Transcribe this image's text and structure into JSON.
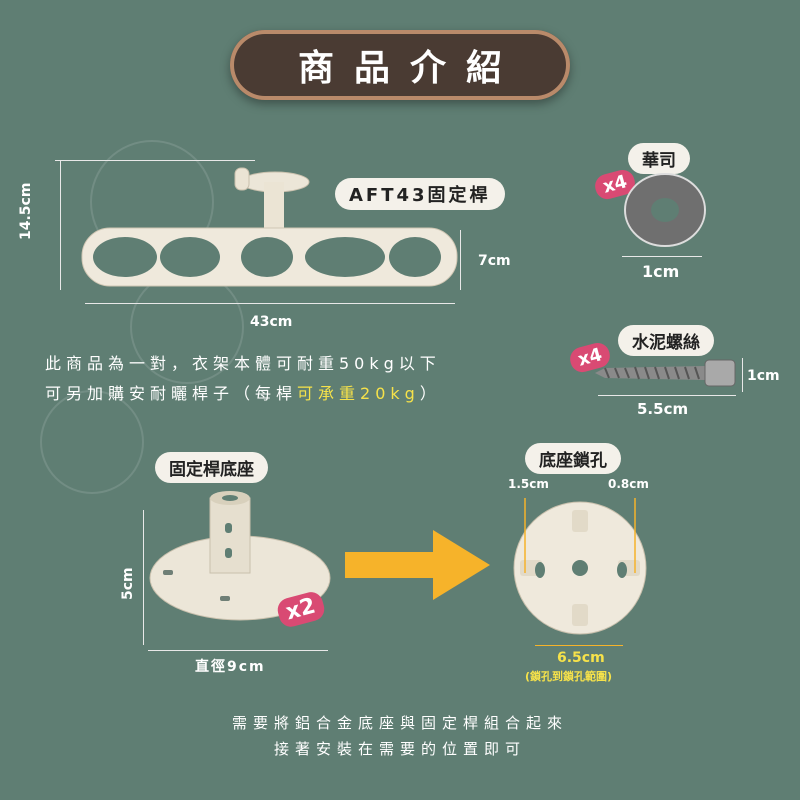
{
  "title": "商品介紹",
  "hanger": {
    "label": "AFT43固定桿",
    "height": "14.5cm",
    "inner_height": "7cm",
    "width": "43cm"
  },
  "washer": {
    "label": "華司",
    "qty": "x4",
    "size": "1cm"
  },
  "screw": {
    "label": "水泥螺絲",
    "qty": "x4",
    "length": "5.5cm",
    "diameter": "1cm"
  },
  "description": {
    "line1": "此商品為一對，衣架本體可耐重50kg以下",
    "line2_prefix": "可另加購安耐曬桿子（每桿",
    "line2_highlight": "可承重20kg",
    "line2_suffix": "）"
  },
  "base": {
    "label": "固定桿底座",
    "height": "5cm",
    "diameter": "直徑9cm",
    "qty": "x2"
  },
  "lock": {
    "label": "底座鎖孔",
    "hole_left": "1.5cm",
    "hole_right": "0.8cm",
    "span": "6.5cm",
    "span_note": "(鎖孔到鎖孔範圍)"
  },
  "footer": {
    "line1": "需要將鋁合金底座與固定桿組合起來",
    "line2": "接著安裝在需要的位置即可"
  },
  "colors": {
    "background": "#5f7e73",
    "accent_yellow": "#f6b32a",
    "badge": "#d94a73",
    "highlight": "#f6e24a"
  }
}
